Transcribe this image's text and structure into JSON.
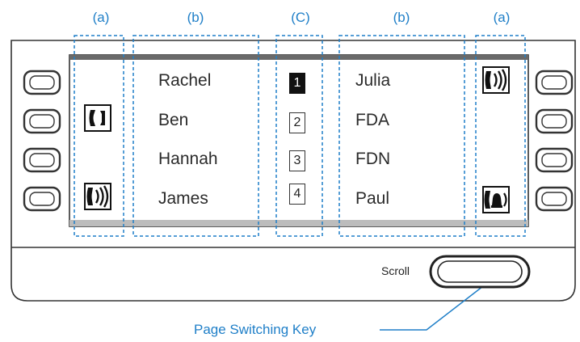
{
  "column_labels": {
    "a_left": "(a)",
    "b_left": "(b)",
    "c_center": "(C)",
    "b_right": "(b)",
    "a_right": "(a)"
  },
  "left_names": [
    "Rachel",
    "Ben",
    "Hannah",
    "James"
  ],
  "right_names": [
    "Julia",
    "FDA",
    "FDN",
    "Paul"
  ],
  "page_numbers": [
    "1",
    "2",
    "3",
    "4"
  ],
  "active_page": "1",
  "scroll_label": "Scroll",
  "callout_label": "Page Switching Key",
  "icons": {
    "left_row2": "phone-line-icon",
    "left_row4": "phone-ringing-icon",
    "right_row1": "phone-ringing-icon",
    "right_row4": "phone-bell-icon"
  },
  "colors": {
    "annotation": "#1f7fc8",
    "panel_outline": "#333333"
  }
}
